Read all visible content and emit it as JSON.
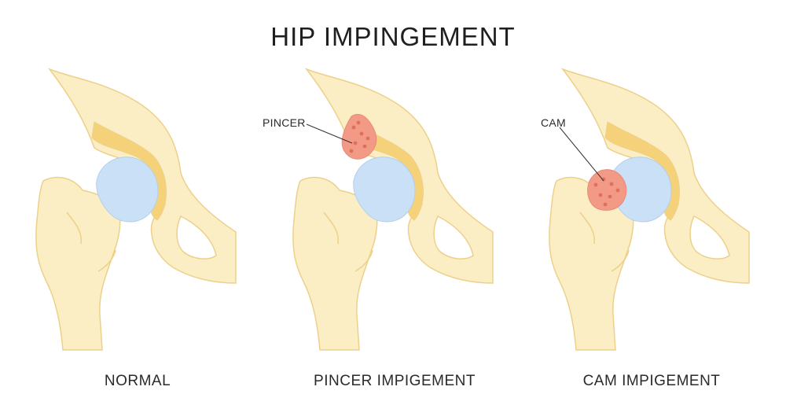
{
  "title": "HIP IMPINGEMENT",
  "panels": [
    {
      "caption": "NORMAL"
    },
    {
      "caption": "PINCER IMPIGEMENT",
      "callout": "PINCER"
    },
    {
      "caption": "CAM IMPIGEMENT",
      "callout": "CAM"
    }
  ],
  "colors": {
    "bone": "#fbeec4",
    "bone_outline": "#edd08a",
    "cartilage": "#f5d27a",
    "femoral_head": "#c9e0f7",
    "lesion": "#f29a86",
    "lesion_dots": "#e0705c",
    "text": "#2a2a2a"
  }
}
